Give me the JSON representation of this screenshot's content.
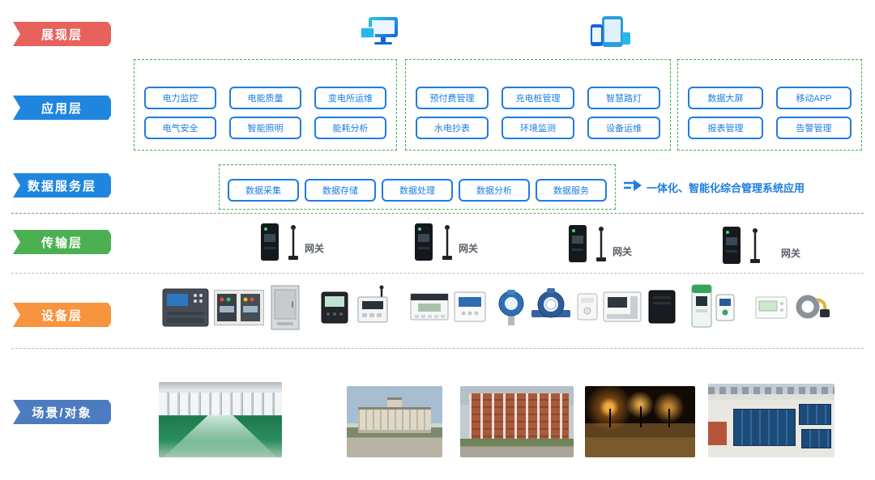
{
  "layers": [
    {
      "id": "presentation",
      "label": "展现层",
      "color": "#e8625c"
    },
    {
      "id": "application",
      "label": "应用层",
      "color": "#1f86e0"
    },
    {
      "id": "data-service",
      "label": "数据服务层",
      "color": "#1f86e0"
    },
    {
      "id": "transport",
      "label": "传输层",
      "color": "#4cb052"
    },
    {
      "id": "device",
      "label": "设备层",
      "color": "#f7943e"
    },
    {
      "id": "scene",
      "label": "场景/对象",
      "color": "#4c7bc0"
    }
  ],
  "presentation": {
    "icons": [
      "desktop-monitor-icon",
      "mobile-devices-icon"
    ]
  },
  "application": {
    "groups": [
      {
        "rows": [
          [
            "电力监控",
            "电能质量",
            "变电所运维"
          ],
          [
            "电气安全",
            "智能照明",
            "能耗分析"
          ]
        ]
      },
      {
        "rows": [
          [
            "预付费管理",
            "充电桩管理",
            "智慧路灯"
          ],
          [
            "水电抄表",
            "环境监测",
            "设备运维"
          ]
        ]
      },
      {
        "rows": [
          [
            "数据大屏",
            "移动APP"
          ],
          [
            "报表管理",
            "告警管理"
          ]
        ]
      }
    ]
  },
  "data_service": {
    "boxes": [
      "数据采集",
      "数据存储",
      "数据处理",
      "数据分析",
      "数据服务"
    ],
    "arrow_text": "一体化、智能化综合管理系统应用"
  },
  "transport": {
    "gateways": [
      {
        "label": "网关"
      },
      {
        "label": "网关"
      },
      {
        "label": "网关"
      },
      {
        "label": "网关"
      }
    ]
  },
  "devices": [
    "protection-relay",
    "control-panel",
    "power-cabinet",
    "multifunction-meter",
    "wireless-meter",
    "din-rail-meter",
    "lcd-energy-meter",
    "pressure-sensor",
    "water-meter",
    "small-sensor",
    "rail-power-meter",
    "black-module",
    "ev-charger",
    "thermostat-panel",
    "ct-clamp-sensor"
  ],
  "scenes": [
    "power-distribution-room-photo",
    "government-building-photo",
    "dormitory-building-photo",
    "night-street-lighting-photo",
    "rooftop-solar-photo"
  ],
  "palette": {
    "accent_blue": "#1e7ce2",
    "group_green": "#35b44a",
    "tag_red": "#e8625c",
    "tag_blue": "#1f86e0",
    "tag_green": "#4cb052",
    "tag_orange": "#f7943e",
    "tag_scene_blue": "#4c7bc0"
  }
}
